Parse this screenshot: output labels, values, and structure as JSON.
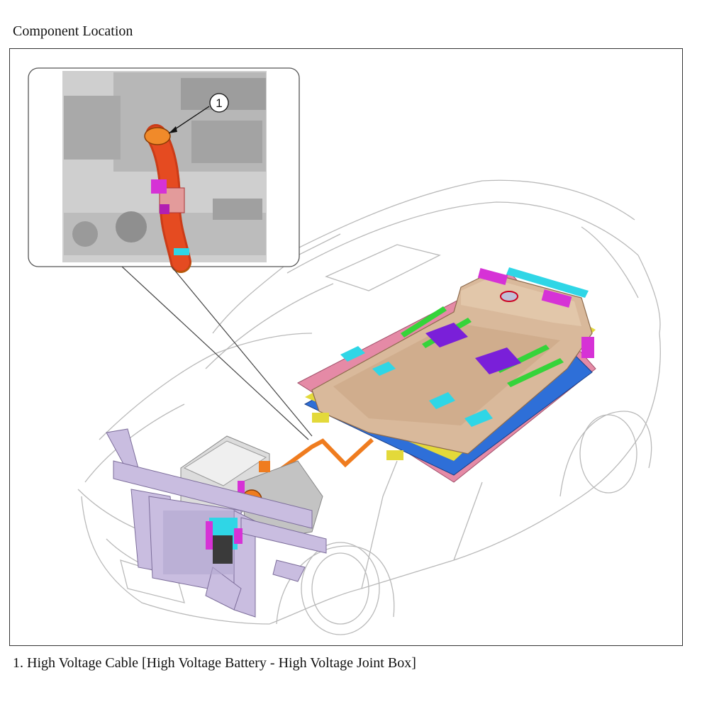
{
  "page": {
    "title": "Component Location",
    "caption": "1. High Voltage Cable [High Voltage Battery - High Voltage Joint Box]"
  },
  "callout": {
    "number": "1"
  },
  "colors": {
    "battery": "#d9b99b",
    "cable": "#ef7c1f",
    "frame": "#c9bde0",
    "tray_pink": "#e58aa6",
    "tray_blue": "#2e6fd8",
    "accent_green": "#35d43a",
    "accent_purple": "#7a1fd9",
    "accent_cyan": "#2fd6e6",
    "accent_magenta": "#d632d6",
    "accent_yellow": "#e3d93a"
  }
}
